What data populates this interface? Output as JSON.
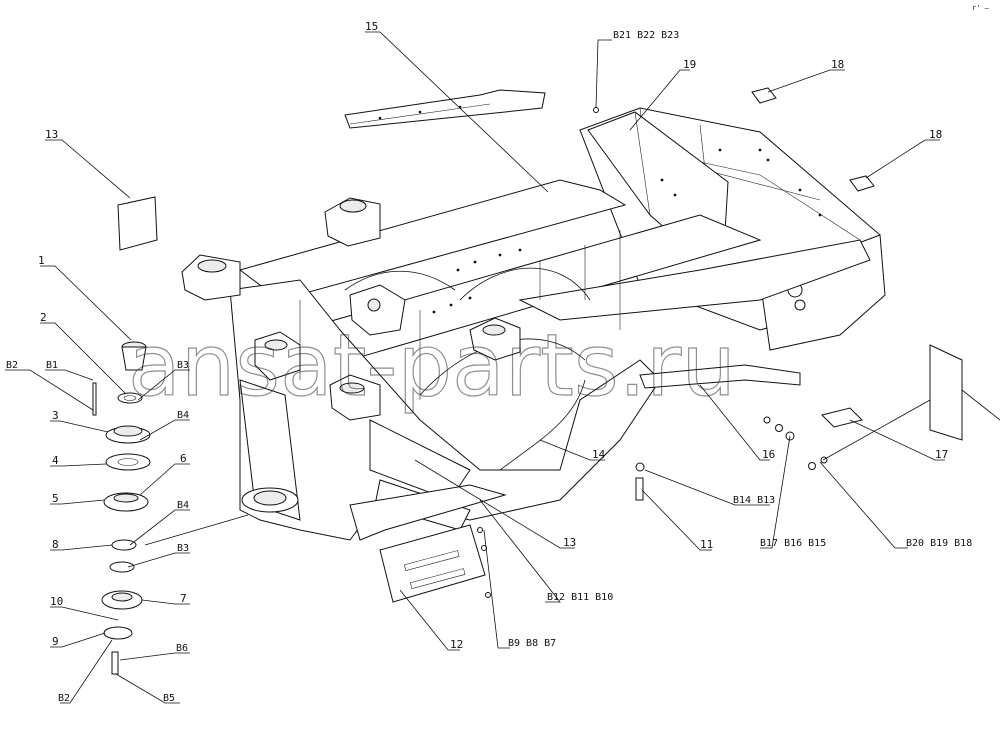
{
  "watermark": "ansat-parts.ru",
  "corner_mark": "r' —",
  "callouts": {
    "c1": "1",
    "c2": "2",
    "c3": "3",
    "c4": "4",
    "c5": "5",
    "c6": "6",
    "c7": "7",
    "c8": "8",
    "c9": "9",
    "c10": "10",
    "c11": "11",
    "c12": "12",
    "c13a": "13",
    "c13b": "13",
    "c14": "14",
    "c15": "15",
    "c16": "16",
    "c17": "17",
    "c18a": "18",
    "c18b": "18",
    "c19": "19"
  },
  "hardware": {
    "b1": "B1",
    "b2a": "B2",
    "b2b": "B2",
    "b3a": "B3",
    "b3b": "B3",
    "b4a": "B4",
    "b4b": "B4",
    "b5": "B5",
    "b6": "B6",
    "b7_9": "B9 B8 B7",
    "b10_12": "B12 B11 B10",
    "b13_14": "B14 B13",
    "b15_17": "B17 B16 B15",
    "b18_20": "B20 B19 B18",
    "b21_23": "B21 B22 B23"
  }
}
